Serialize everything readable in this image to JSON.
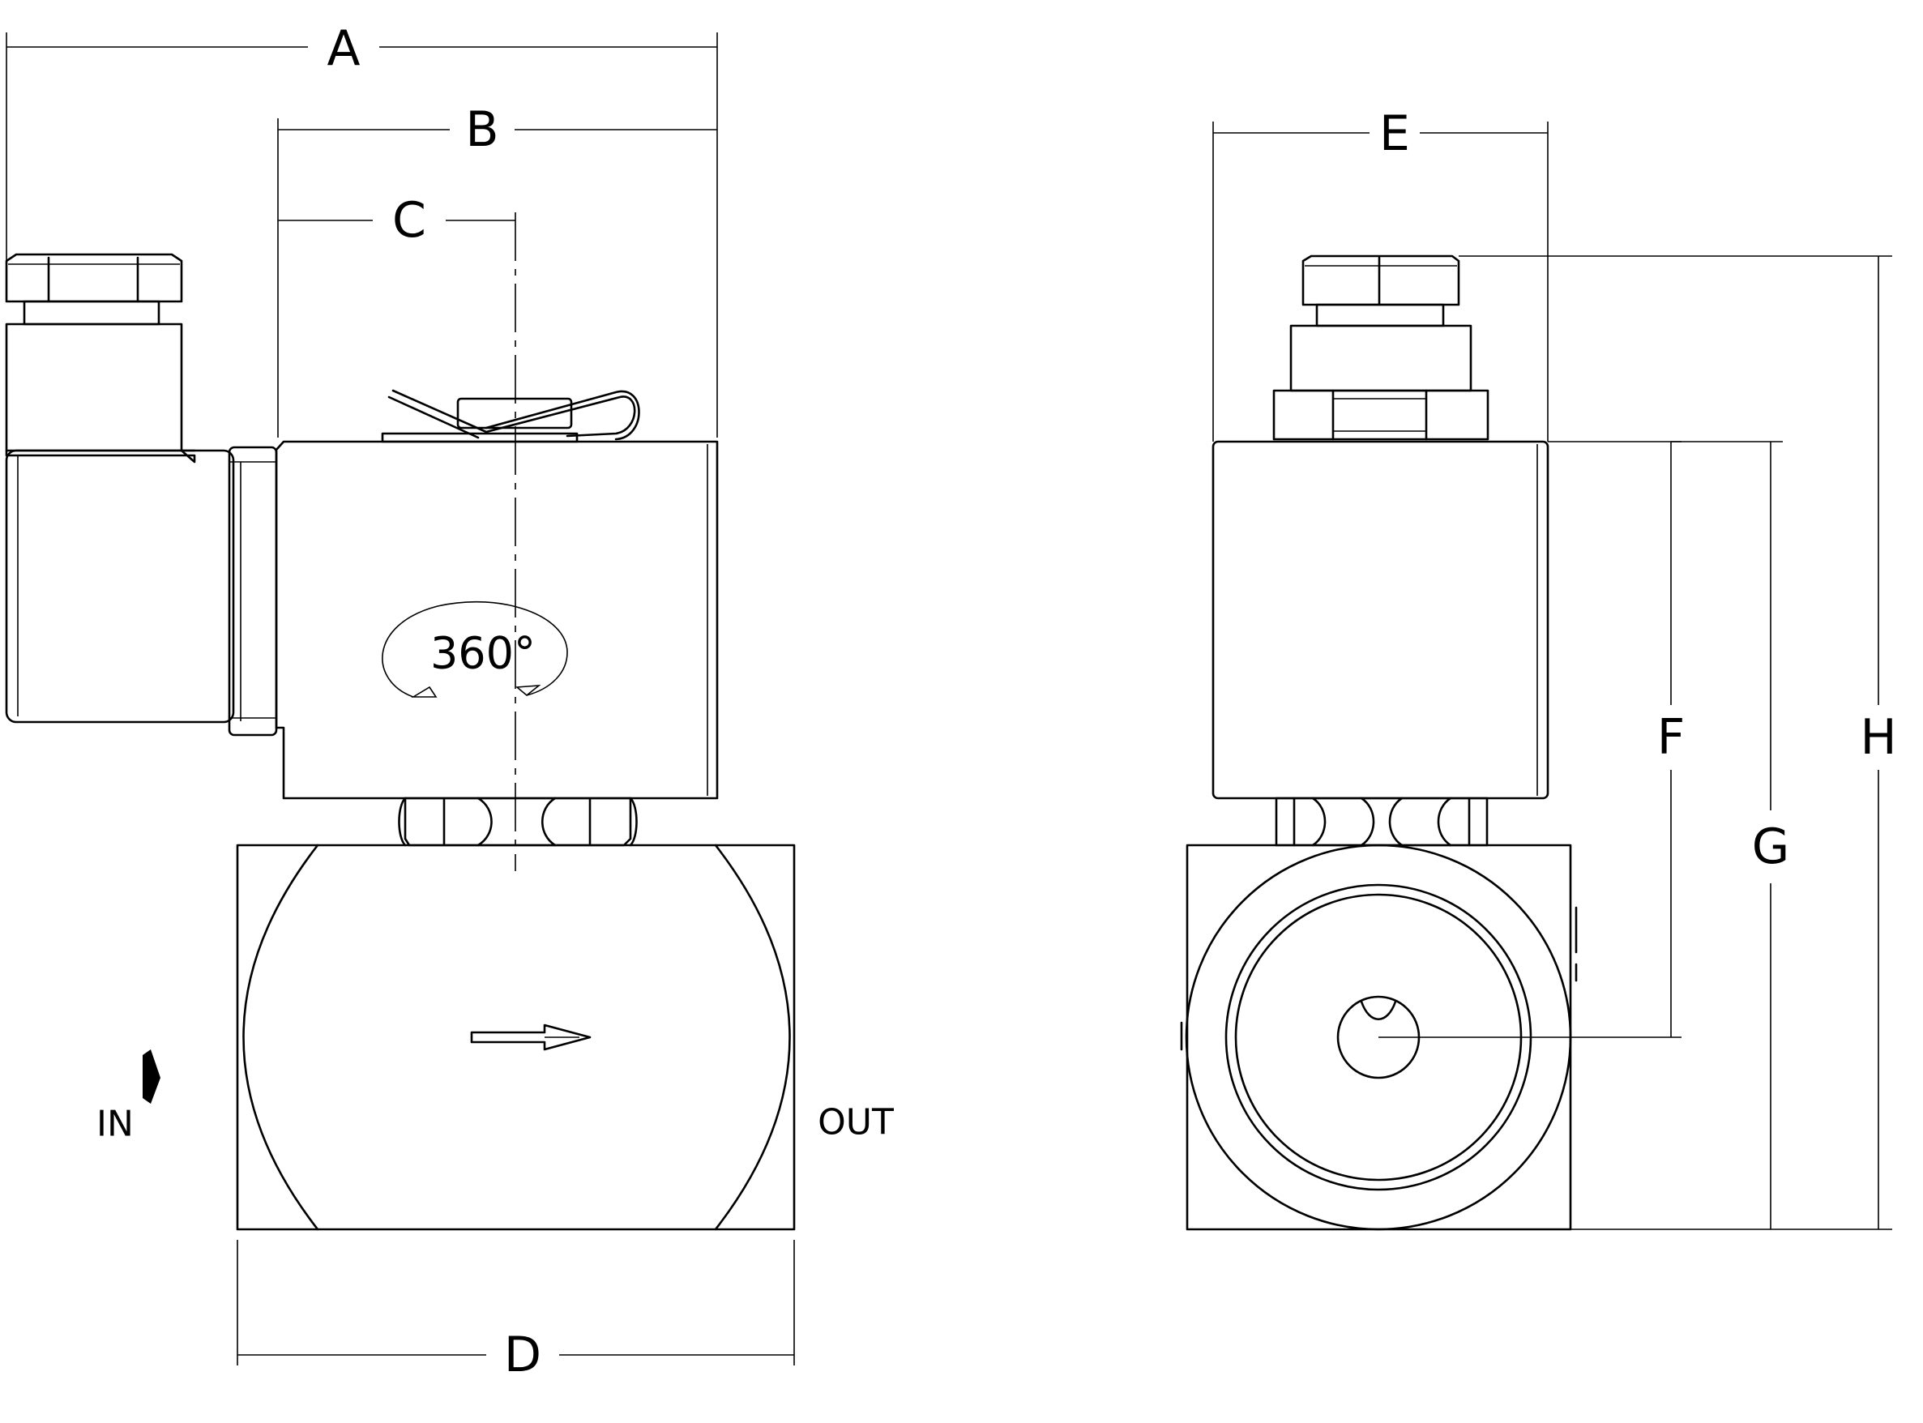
{
  "dimensions": {
    "A": "A",
    "B": "B",
    "C": "C",
    "D": "D",
    "E": "E",
    "F": "F",
    "G": "G",
    "H": "H"
  },
  "labels": {
    "inlet": "IN",
    "outlet": "OUT",
    "rotation": "360°"
  },
  "icons": {
    "flow_arrow": "flow-direction-arrow",
    "inlet_marker": "inlet-arrow-marker",
    "rotation_marker": "rotation-arrows"
  },
  "colors": {
    "line": "#000000",
    "background": "#ffffff"
  }
}
